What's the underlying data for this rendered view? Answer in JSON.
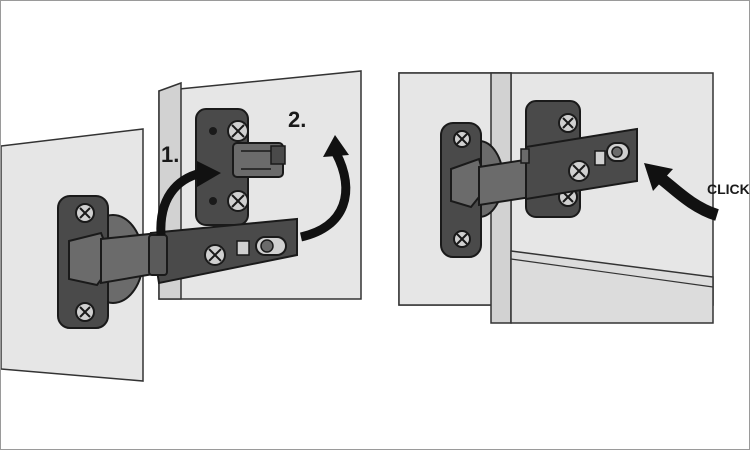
{
  "diagram": {
    "step1_label": "1.",
    "step2_label": "2.",
    "click_label": "CLICK"
  },
  "colors": {
    "panel": "#e6e6e6",
    "panel_dark": "#d2d2d2",
    "metal": "#4a4a4a",
    "metal_light": "#6b6b6b",
    "outline": "#1a1a1a",
    "arrow": "#111111"
  }
}
